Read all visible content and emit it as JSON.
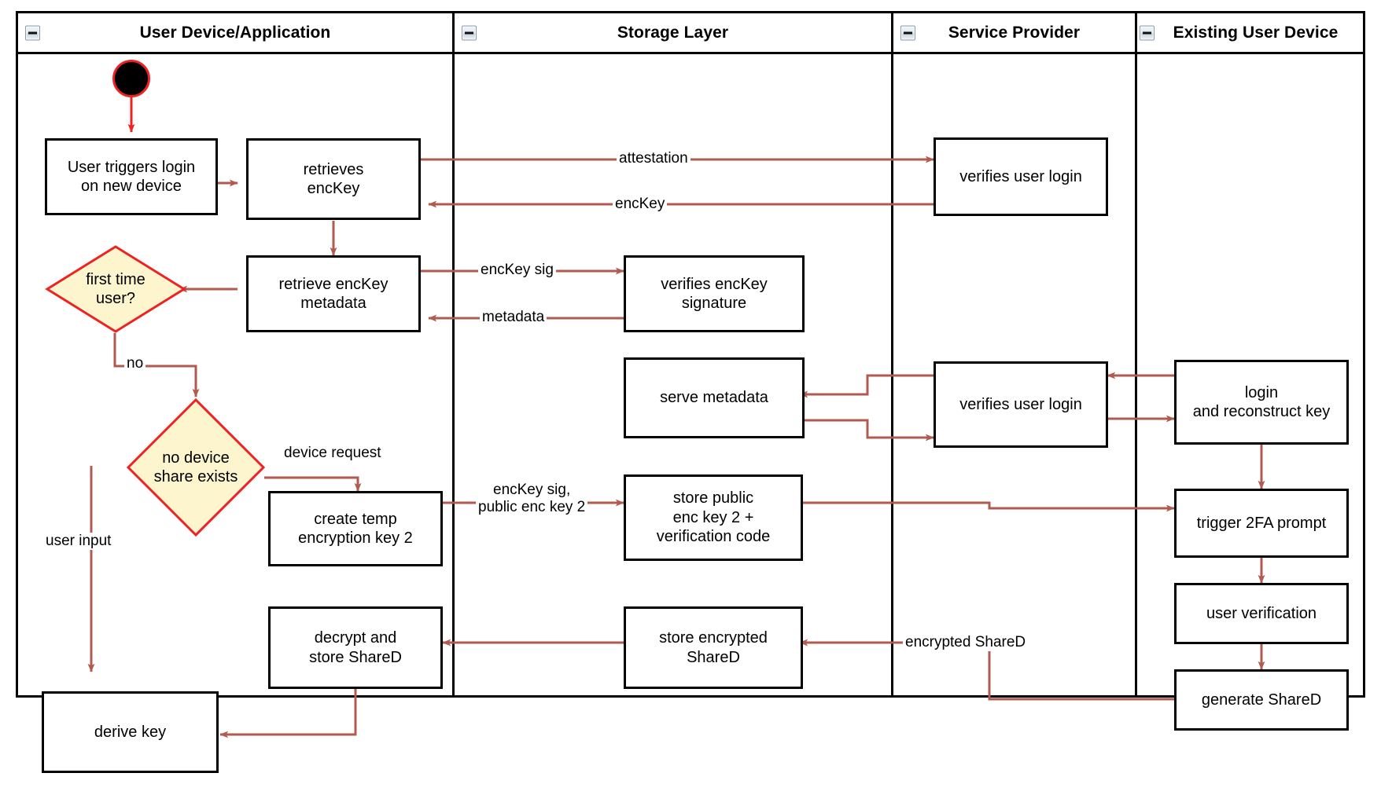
{
  "diagram": {
    "type": "uml-activity-swimlane",
    "accent_arrow_color": "#b05a50",
    "decision_fill": "#fcf5cd",
    "decision_stroke": "#ee2222",
    "node_stroke": "#000000",
    "lane_stroke": "#000000",
    "lanes": [
      {
        "id": "user-device",
        "title": "User Device/Application"
      },
      {
        "id": "storage-layer",
        "title": "Storage Layer"
      },
      {
        "id": "service-provider",
        "title": "Service Provider"
      },
      {
        "id": "existing-user-device",
        "title": "Existing User Device"
      }
    ],
    "nodes": [
      {
        "id": "start",
        "lane": "user-device",
        "shape": "initial",
        "label": ""
      },
      {
        "id": "user-triggers",
        "lane": "user-device",
        "shape": "action",
        "label": "User triggers login\non new device"
      },
      {
        "id": "retrieves-enckey",
        "lane": "user-device",
        "shape": "action",
        "label": "retrieves\nencKey"
      },
      {
        "id": "retrieve-meta",
        "lane": "user-device",
        "shape": "action",
        "label": "retrieve encKey\nmetadata"
      },
      {
        "id": "first-time-user",
        "lane": "user-device",
        "shape": "decision",
        "label": "first time\nuser?"
      },
      {
        "id": "no-device-share",
        "lane": "user-device",
        "shape": "decision",
        "label": "no device\nshare exists"
      },
      {
        "id": "create-temp-key",
        "lane": "user-device",
        "shape": "action",
        "label": "create temp\nencryption key 2"
      },
      {
        "id": "decrypt-store",
        "lane": "user-device",
        "shape": "action",
        "label": "decrypt and\nstore ShareD"
      },
      {
        "id": "derive-key",
        "lane": "user-device",
        "shape": "action",
        "label": "derive key"
      },
      {
        "id": "verifies-sig",
        "lane": "storage-layer",
        "shape": "action",
        "label": "verifies encKey\nsignature"
      },
      {
        "id": "serve-metadata",
        "lane": "storage-layer",
        "shape": "action",
        "label": "serve metadata"
      },
      {
        "id": "store-public",
        "lane": "storage-layer",
        "shape": "action",
        "label": "store public\nenc key 2 +\nverification code"
      },
      {
        "id": "store-encrypted",
        "lane": "storage-layer",
        "shape": "action",
        "label": "store encrypted\nShareD"
      },
      {
        "id": "verifies-login-1",
        "lane": "service-provider",
        "shape": "action",
        "label": "verifies user login"
      },
      {
        "id": "verifies-login-2",
        "lane": "service-provider",
        "shape": "action",
        "label": "verifies user login"
      },
      {
        "id": "login-reconstruct",
        "lane": "existing-user-device",
        "shape": "action",
        "label": "login\nand reconstruct key"
      },
      {
        "id": "trigger-2fa",
        "lane": "existing-user-device",
        "shape": "action",
        "label": "trigger 2FA prompt"
      },
      {
        "id": "user-verification",
        "lane": "existing-user-device",
        "shape": "action",
        "label": "user verification"
      },
      {
        "id": "generate-shared",
        "lane": "existing-user-device",
        "shape": "action",
        "label": "generate ShareD"
      }
    ],
    "edge_labels": {
      "attestation": "attestation",
      "enckey": "encKey",
      "enckey_sig": "encKey sig",
      "metadata": "metadata",
      "no": "no",
      "device_request": "device request",
      "user_input": "user input",
      "enckey_sig_pubkey": "encKey sig,\npublic enc key 2",
      "encrypted_shared": "encrypted ShareD"
    }
  }
}
